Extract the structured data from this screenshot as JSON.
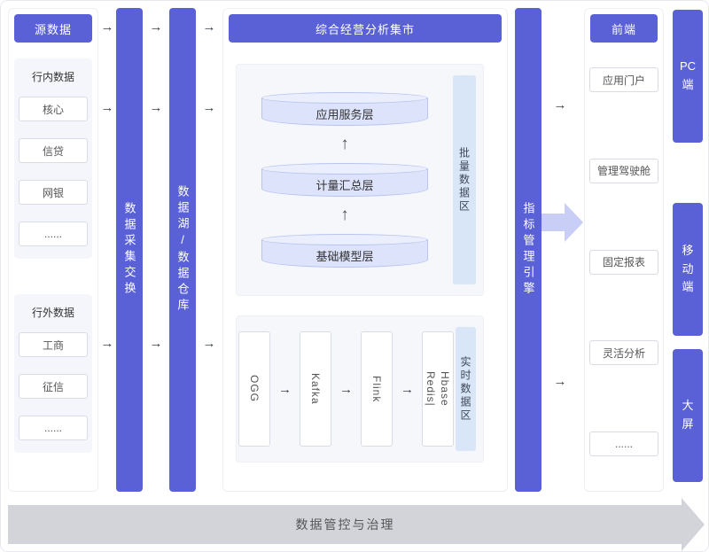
{
  "colors": {
    "primary": "#5a61d6",
    "primary-light": "#c8cef5",
    "cyl-body": "#dce3fb",
    "cyl-top": "#ebeffd",
    "cyl-border": "#b9c4f0",
    "zone": "#d8e6f8",
    "gray": "#d2d4da"
  },
  "source": {
    "title": "源数据",
    "groups": [
      {
        "label": "行内数据",
        "items": [
          "核心",
          "信贷",
          "网银",
          "......"
        ]
      },
      {
        "label": "行外数据",
        "items": [
          "工商",
          "征信",
          "......"
        ]
      }
    ]
  },
  "pipelines": {
    "collect": "数据采集交换",
    "lake": "数据湖/数据仓库",
    "engine": "指标管理引擎"
  },
  "mart": {
    "title": "综合经营分析集市",
    "batch": {
      "zone": "批量数据区",
      "layers": [
        "应用服务层",
        "计量汇总层",
        "基础模型层"
      ]
    },
    "realtime": {
      "zone": "实时数据区",
      "nodes": [
        "OGG",
        "Kafka",
        "Flink",
        "Redis|\nHbase"
      ]
    }
  },
  "frontend": {
    "title": "前端",
    "items": [
      "应用门户",
      "管理驾驶舱",
      "固定报表",
      "灵活分析",
      "......"
    ]
  },
  "terminals": [
    "PC端",
    "移动端",
    "大屏"
  ],
  "footer": {
    "label": "数据管控与治理"
  }
}
